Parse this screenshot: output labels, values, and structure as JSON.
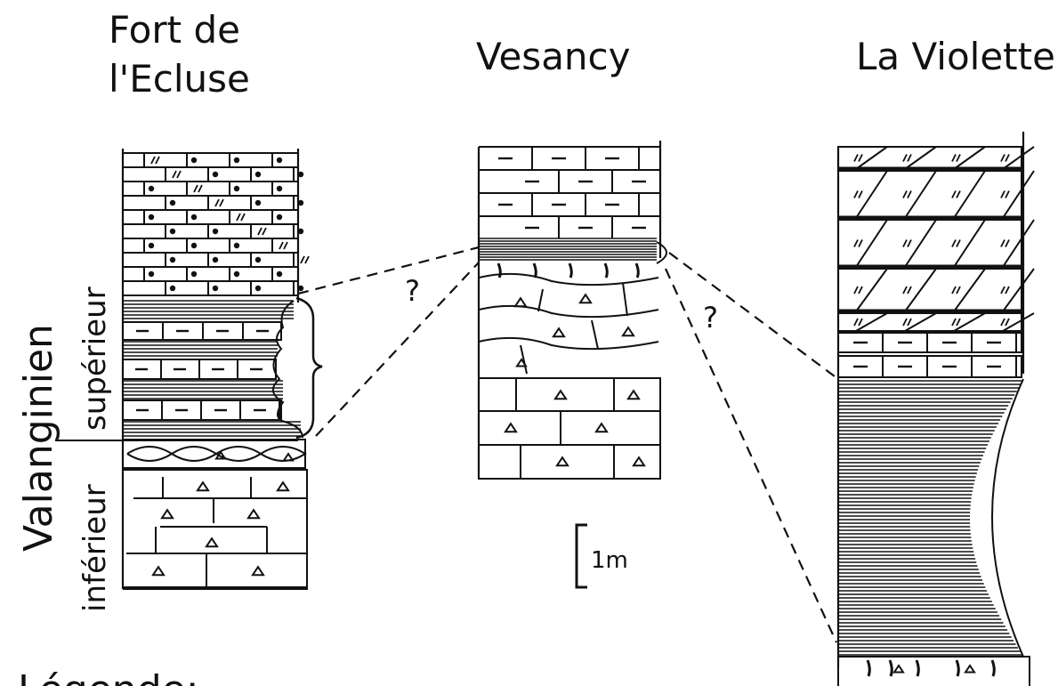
{
  "sections": {
    "fort": {
      "title_line1": "Fort de",
      "title_line2": "l'Ecluse"
    },
    "vesancy": {
      "title": "Vesancy"
    },
    "violette": {
      "title": "La Violette"
    }
  },
  "stratigraphy": {
    "stage": "Valanginien",
    "upper": "supérieur",
    "lower": "inférieur"
  },
  "scale_label": "1m",
  "correlation_marks": [
    "?",
    "?"
  ],
  "legend_heading": "Légende:",
  "colors": {
    "ink": "#111111",
    "paper": "#ffffff"
  }
}
